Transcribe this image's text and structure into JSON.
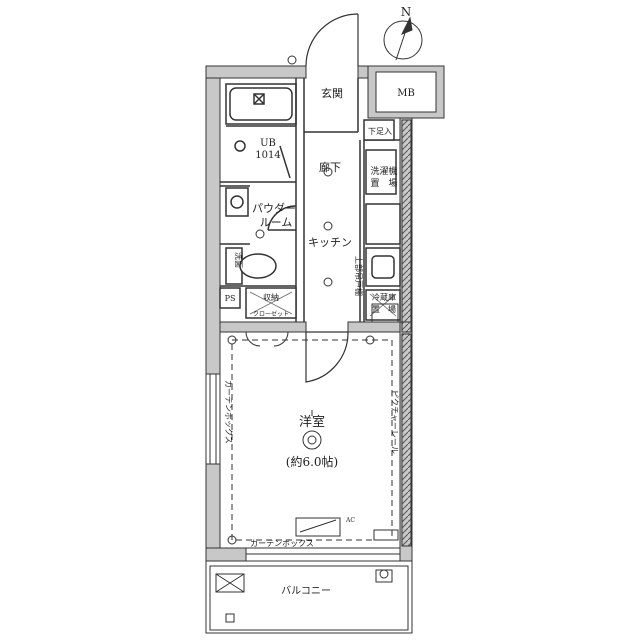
{
  "compass": {
    "north": "N"
  },
  "rooms": {
    "genkan": "玄関",
    "mb": "MB",
    "shoe_cabinet": "下足入",
    "ub_name": "UB",
    "ub_size": "1014",
    "hallway": "廊下",
    "washer_1": "洗濯機",
    "washer_2": "置　場",
    "powder_1": "パウダー",
    "powder_2": "ルーム",
    "kitchen": "キッチン",
    "upper_cabinet": "上部吊戸棚",
    "toilet": "洗面",
    "ps": "PS",
    "closet_main": "収納",
    "closet_sub": "クローゼット",
    "fridge_1": "冷蔵庫",
    "fridge_2": "置　場",
    "western_room": "洋室",
    "western_size": "(約6.0帖)",
    "curtain_box_left": "カーテンボックス",
    "curtain_box_bottom": "カーテンボックス",
    "picture_rail": "ピクチャーレール",
    "balcony": "バルコニー",
    "ac": "AC"
  }
}
